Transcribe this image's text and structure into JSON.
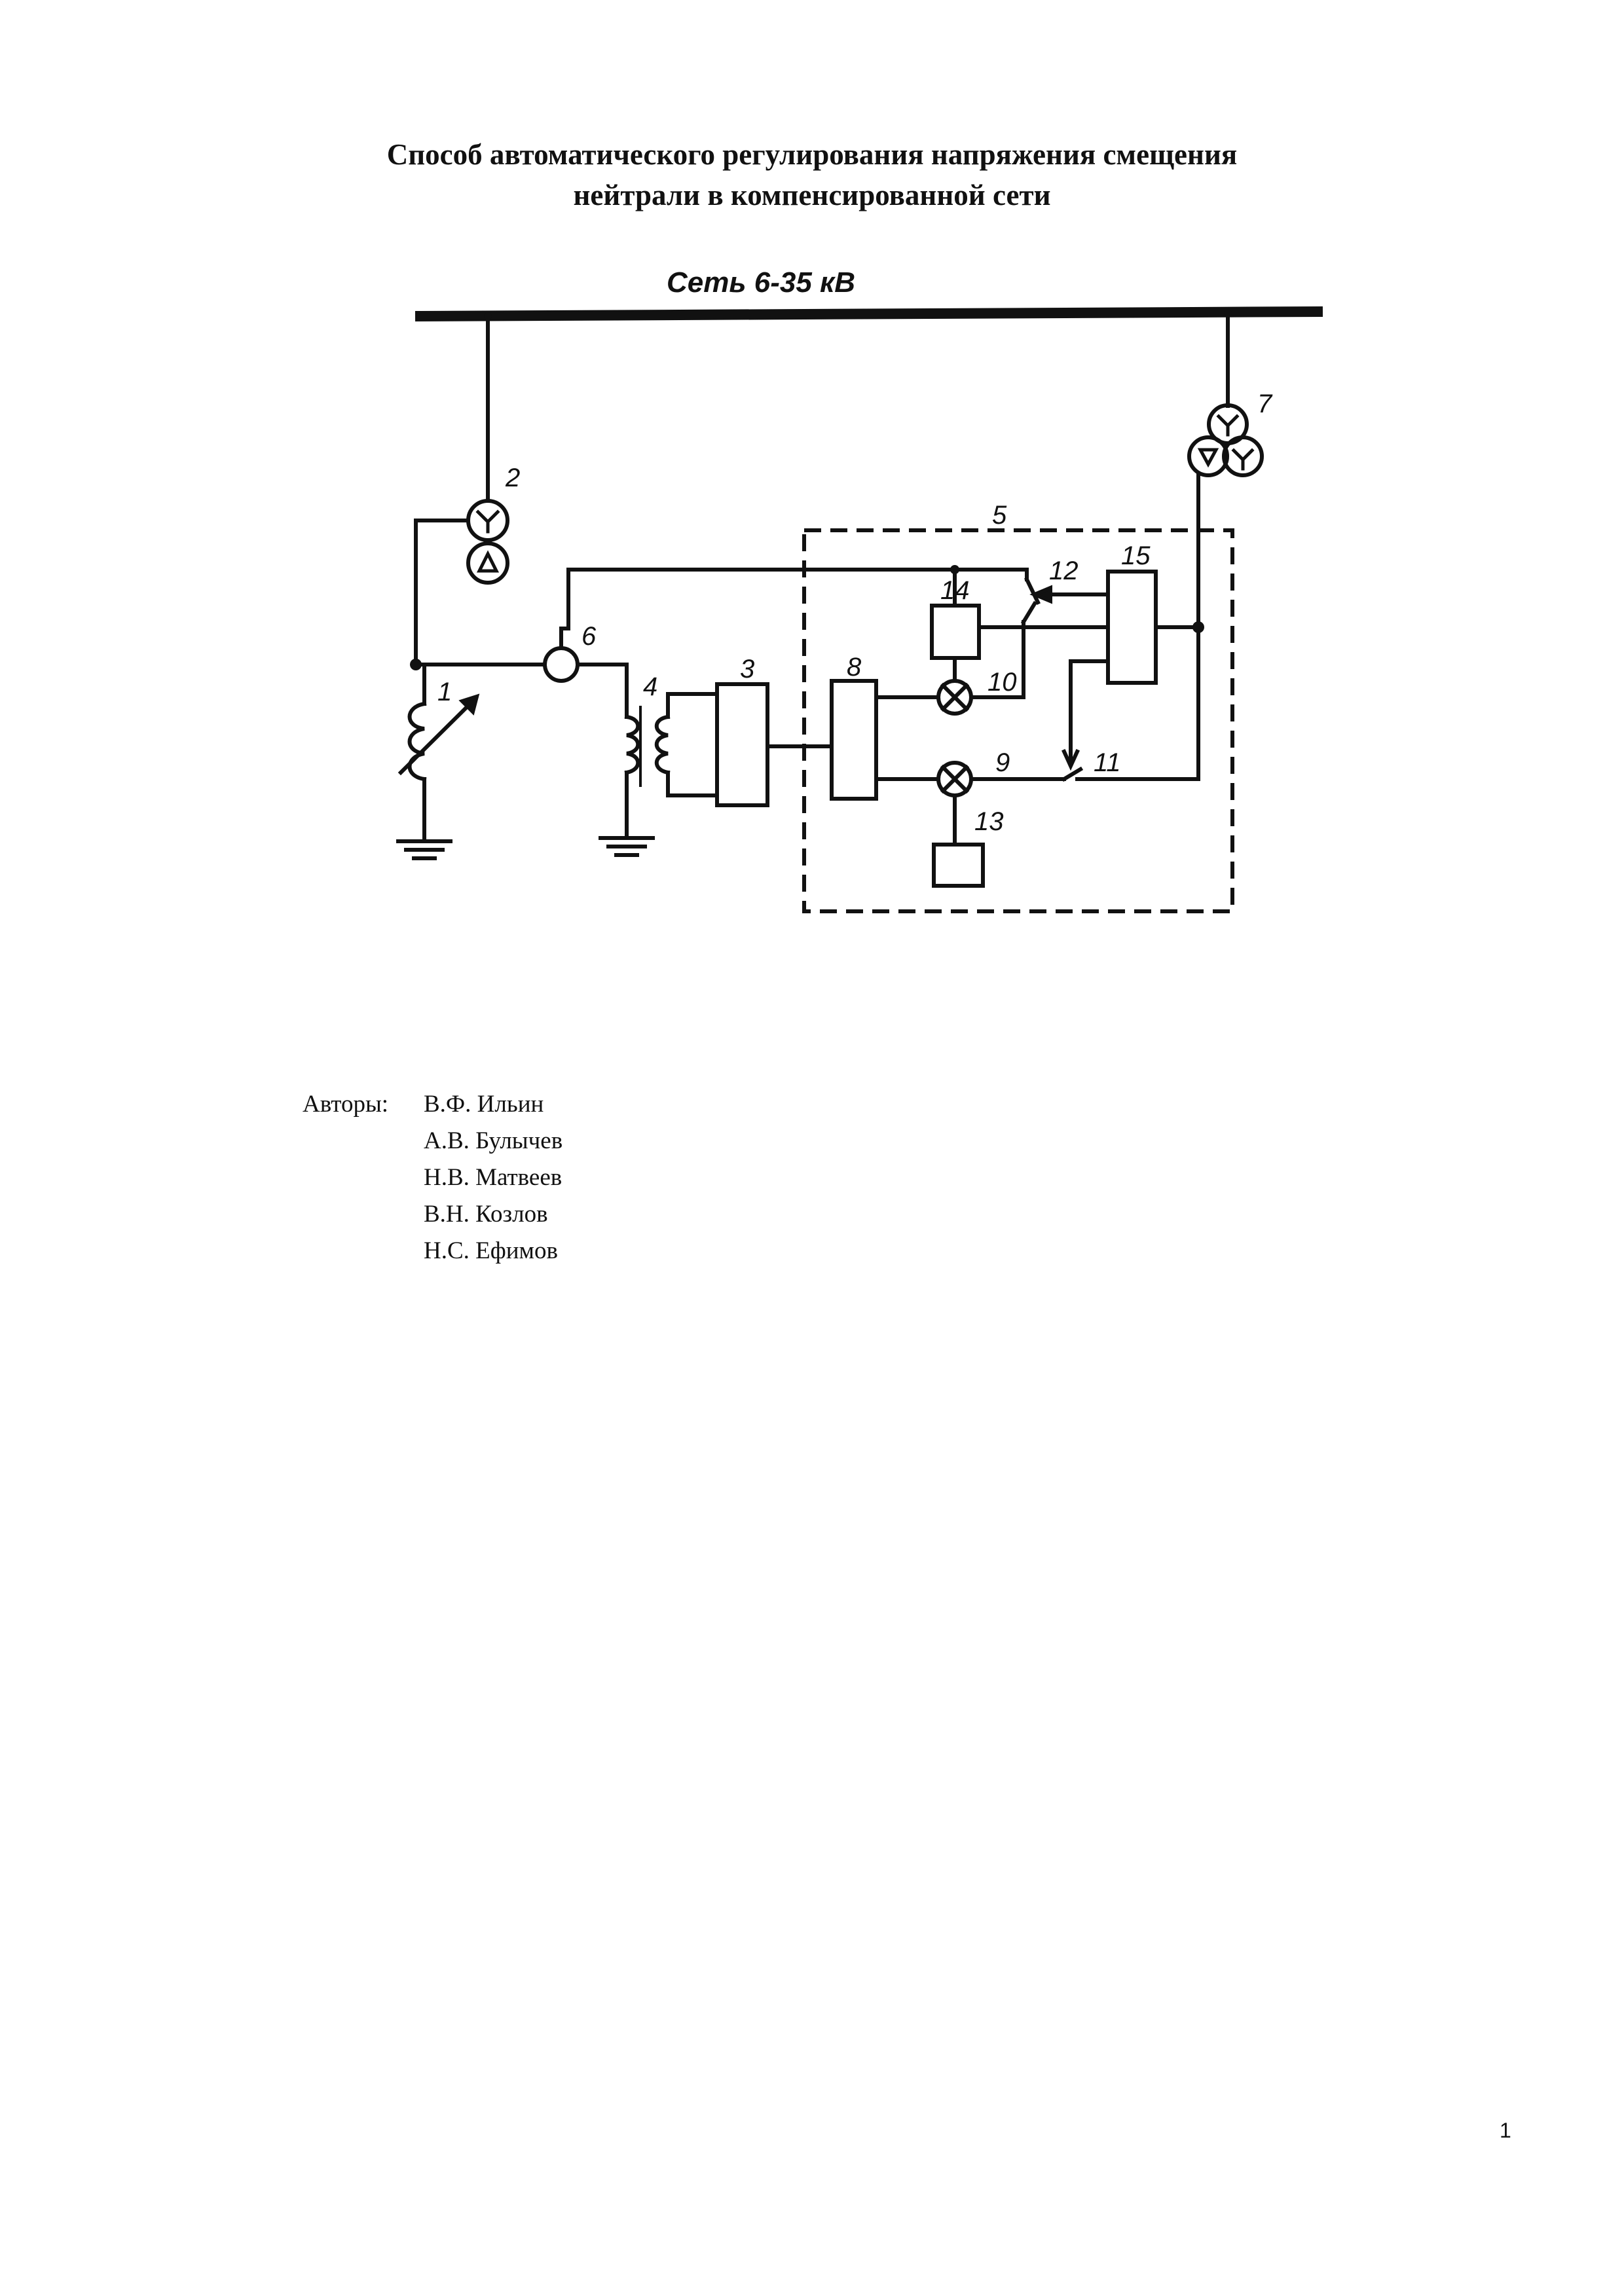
{
  "document": {
    "title_lines": [
      "Способ автоматического регулирования напряжения смещения",
      "нейтрали в компенсированной сети"
    ],
    "authors_label": "Авторы:",
    "authors": [
      "В.Ф. Ильин",
      "А.В. Булычев",
      "Н.В. Матвеев",
      "В.Н. Козлов",
      "Н.С. Ефимов"
    ],
    "page_number": "1"
  },
  "diagram": {
    "network_label": "Сеть 6-35 кВ",
    "labels": {
      "n1": "1",
      "n2": "2",
      "n3": "3",
      "n4": "4",
      "n5": "5",
      "n6": "6",
      "n7": "7",
      "n8": "8",
      "n9": "9",
      "n10": "10",
      "n11": "11",
      "n12": "12",
      "n13": "13",
      "n14": "14",
      "n15": "15"
    }
  }
}
